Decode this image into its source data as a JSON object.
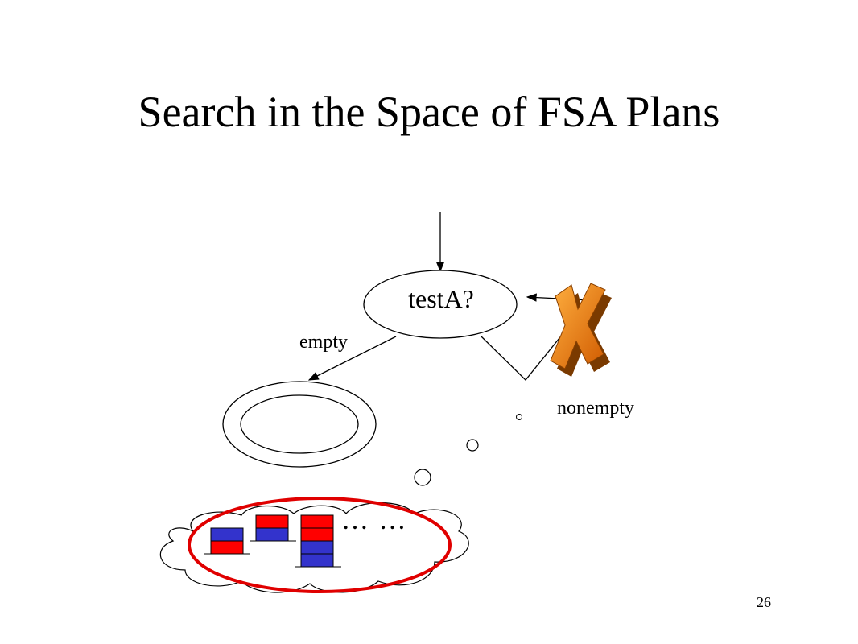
{
  "slide": {
    "title": "Search in the Space of FSA Plans",
    "node_label": "testA?",
    "edge_empty_label": "empty",
    "edge_nonempty_label": "nonempty",
    "ellipsis": "… …",
    "page_number": "26"
  },
  "colors": {
    "block_red": "#ff0000",
    "block_blue": "#3333cc",
    "highlight_ring": "#e00000",
    "x_mark_orange": "#e87a10",
    "x_mark_dark": "#7a3a00"
  },
  "icons": [
    "x-mark-icon",
    "thought-cloud-icon"
  ]
}
